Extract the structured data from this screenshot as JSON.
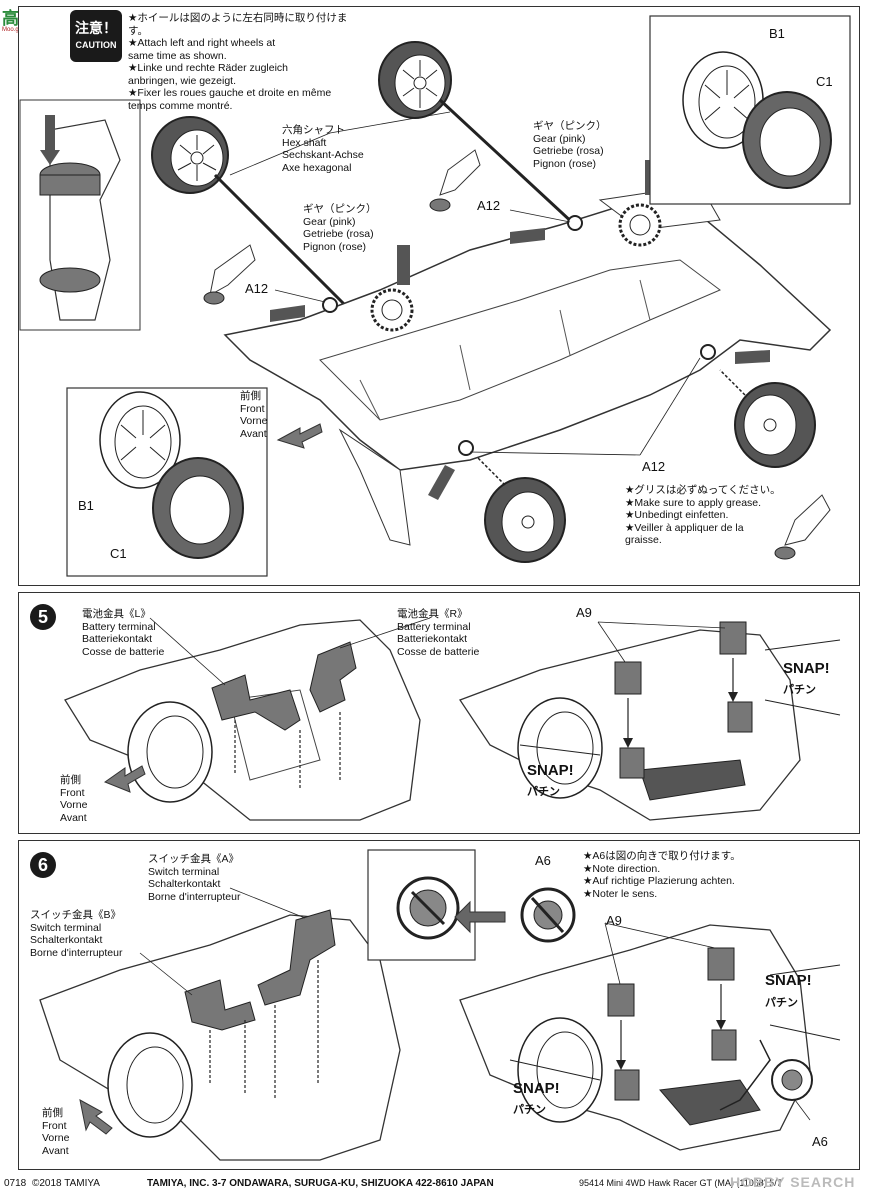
{
  "watermark_top": {
    "brand": "高手网",
    "site": "Moo.gaoshou.com"
  },
  "step4": {
    "caution_jp": "注意！",
    "caution_en": "CAUTION",
    "notes": [
      "★ホイールは図のように左右同時に取り付けます。",
      "★Attach left and right wheels at",
      "same time as shown.",
      "★Linke und rechte Räder zugleich",
      "anbringen, wie gezeigt.",
      "★Fixer les roues gauche et droite en même",
      "temps comme montré."
    ],
    "hex_shaft": [
      "六角シャフト",
      "Hex shaft",
      "Sechskant-Achse",
      "Axe hexagonal"
    ],
    "gear_left": [
      "ギヤ（ピンク）",
      "Gear (pink)",
      "Getriebe (rosa)",
      "Pignon (rose)"
    ],
    "gear_right": [
      "ギヤ（ピンク）",
      "Gear (pink)",
      "Getriebe (rosa)",
      "Pignon (rose)"
    ],
    "part_a12": "A12",
    "part_b1": "B1",
    "part_c1": "C1",
    "front": [
      "前側",
      "Front",
      "Vorne",
      "Avant"
    ],
    "grease": [
      "★グリスは必ずぬってください。",
      "★Make sure to apply grease.",
      "★Unbedingt einfetten.",
      "★Veiller à appliquer de la",
      "graisse."
    ]
  },
  "step5": {
    "number": "5",
    "battery_l": [
      "電池金具《L》",
      "Battery terminal",
      "Batteriekontakt",
      "Cosse de batterie"
    ],
    "battery_r": [
      "電池金具《R》",
      "Battery terminal",
      "Batteriekontakt",
      "Cosse de batterie"
    ],
    "part_a9": "A9",
    "snap": "SNAP!",
    "snap_jp": "パチン",
    "front": [
      "前側",
      "Front",
      "Vorne",
      "Avant"
    ]
  },
  "step6": {
    "number": "6",
    "switch_a": [
      "スイッチ金具《A》",
      "Switch terminal",
      "Schalterkontakt",
      "Borne d'interrupteur"
    ],
    "switch_b": [
      "スイッチ金具《B》",
      "Switch terminal",
      "Schalterkontakt",
      "Borne d'interrupteur"
    ],
    "part_a6": "A6",
    "part_a9": "A9",
    "note": [
      "★A6は図の向きで取り付けます。",
      "★Note direction.",
      "★Auf richtige Plazierung achten.",
      "★Noter le sens."
    ],
    "snap": "SNAP!",
    "snap_jp": "パチン",
    "front": [
      "前側",
      "Front",
      "Vorne",
      "Avant"
    ]
  },
  "footer": {
    "code": "0718",
    "copyright": "©2018 TAMIYA",
    "address": "TAMIYA, INC.  3-7 ONDAWARA, SURUGA-KU, SHIZUOKA 422-8610 JAPAN",
    "product": "95414  Mini 4WD Hawk Racer GT (MA) (11068) 5/7",
    "watermark": "HOBBY SEARCH"
  }
}
